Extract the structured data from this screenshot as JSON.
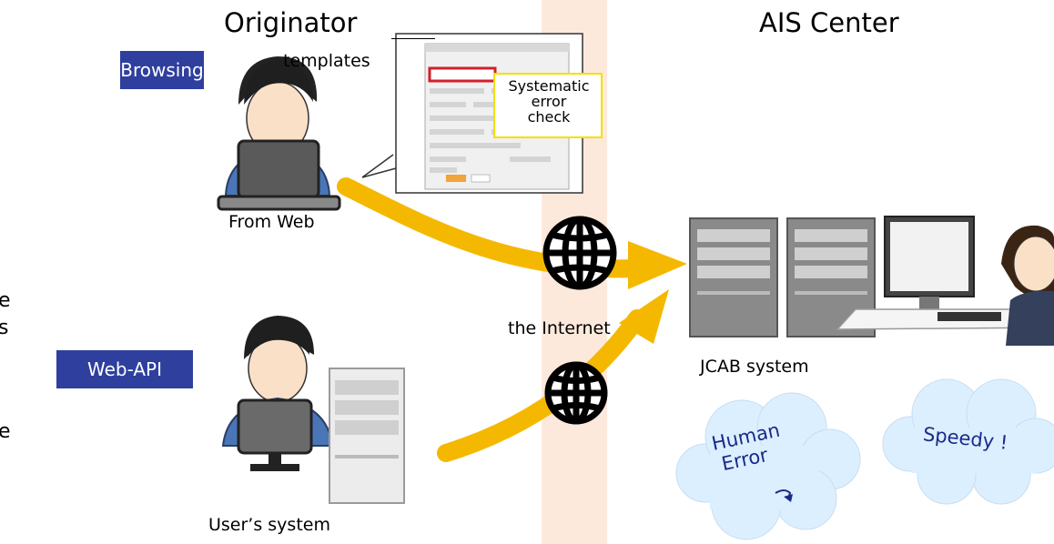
{
  "originator": {
    "title": "Originator",
    "badge_browsing": "Browsing",
    "badge_webapi": "Web-API",
    "templates_label": "templates",
    "systematic_check": [
      "Systematic",
      "error",
      "check"
    ],
    "from_web": "From Web",
    "users_system": "User’s system"
  },
  "ais": {
    "title": "AIS Center",
    "jcab_system": "JCAB system",
    "cloud_human_error": [
      "Human",
      "Error"
    ],
    "cloud_speedy": "Speedy !"
  },
  "network": {
    "internet_label": "the Internet"
  },
  "left_cut_text": [
    "e",
    "s",
    "e"
  ],
  "colors": {
    "badge": "#2e3f9e",
    "arrow": "#f5b800",
    "strip": "#fde9dc",
    "cloud": "#dcefff"
  }
}
